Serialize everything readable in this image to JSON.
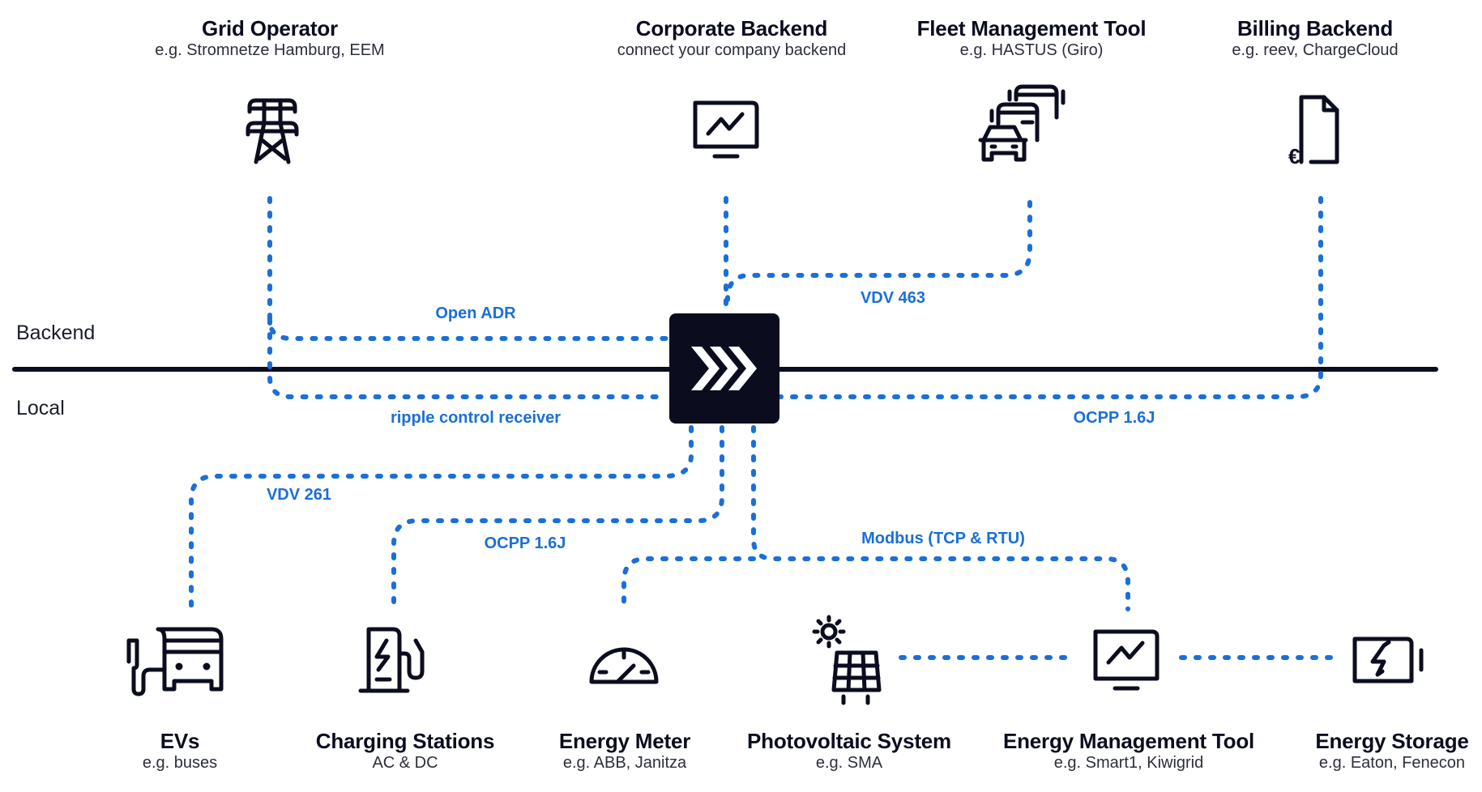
{
  "zones": {
    "backend": "Backend",
    "local": "Local"
  },
  "hub": {
    "icon": "chevrons-right-icon",
    "color": "#0b0d1f"
  },
  "colors": {
    "connector": "#1a6fd8",
    "ink": "#0b0d1f"
  },
  "backend_nodes": [
    {
      "id": "grid-operator",
      "title": "Grid Operator",
      "subtitle": "e.g. Stromnetze Hamburg, EEM",
      "icon": "power-pylon-icon"
    },
    {
      "id": "corporate-backend",
      "title": "Corporate Backend",
      "subtitle": "connect your company backend",
      "icon": "monitor-chart-icon"
    },
    {
      "id": "fleet-management-tool",
      "title": "Fleet Management Tool",
      "subtitle": "e.g. HASTUS (Giro)",
      "icon": "vehicle-fleet-icon"
    },
    {
      "id": "billing-backend",
      "title": "Billing Backend",
      "subtitle": "e.g. reev, ChargeCloud",
      "icon": "euro-document-icon"
    }
  ],
  "local_nodes": [
    {
      "id": "evs",
      "title": "EVs",
      "subtitle": "e.g. buses",
      "icon": "electric-bus-icon"
    },
    {
      "id": "charging-stations",
      "title": "Charging Stations",
      "subtitle": "AC & DC",
      "icon": "charging-station-icon"
    },
    {
      "id": "energy-meter",
      "title": "Energy Meter",
      "subtitle": "e.g. ABB, Janitza",
      "icon": "gauge-meter-icon"
    },
    {
      "id": "photovoltaic-system",
      "title": "Photovoltaic System",
      "subtitle": "e.g. SMA",
      "icon": "solar-panel-icon"
    },
    {
      "id": "energy-management-tool",
      "title": "Energy Management Tool",
      "subtitle": "e.g. Smart1, Kiwigrid",
      "icon": "monitor-chart-icon"
    },
    {
      "id": "energy-storage",
      "title": "Energy Storage",
      "subtitle": "e.g. Eaton, Fenecon",
      "icon": "battery-bolt-icon"
    }
  ],
  "protocols": {
    "open_adr": "Open ADR",
    "ripple": "ripple control receiver",
    "vdv463": "VDV 463",
    "ocpp_billing": "OCPP 1.6J",
    "vdv261": "VDV 261",
    "ocpp_local": "OCPP 1.6J",
    "modbus": "Modbus (TCP & RTU)"
  },
  "connections": [
    {
      "from": "grid-operator",
      "to": "hub",
      "protocol": "Open ADR"
    },
    {
      "from": "grid-operator",
      "to": "hub",
      "protocol": "ripple control receiver"
    },
    {
      "from": "corporate-backend",
      "to": "hub",
      "protocol": ""
    },
    {
      "from": "fleet-management-tool",
      "to": "hub",
      "protocol": "VDV 463"
    },
    {
      "from": "billing-backend",
      "to": "hub",
      "protocol": "OCPP 1.6J"
    },
    {
      "from": "hub",
      "to": "evs",
      "protocol": "VDV 261"
    },
    {
      "from": "hub",
      "to": "charging-stations",
      "protocol": "OCPP 1.6J"
    },
    {
      "from": "hub",
      "to": "energy-meter",
      "protocol": "Modbus (TCP & RTU)"
    },
    {
      "from": "hub",
      "to": "energy-management-tool",
      "protocol": "Modbus (TCP & RTU)"
    },
    {
      "from": "photovoltaic-system",
      "to": "energy-management-tool",
      "protocol": ""
    },
    {
      "from": "energy-management-tool",
      "to": "energy-storage",
      "protocol": ""
    }
  ]
}
